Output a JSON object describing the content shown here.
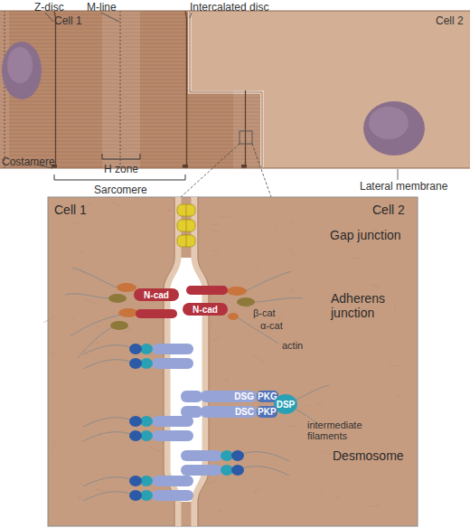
{
  "diagram": {
    "nodes": [
      {
        "text": [
          "N-cad"
        ]
      },
      {
        "text": [
          "N-cad"
        ]
      },
      {
        "text": [
          "DSG"
        ]
      },
      {
        "text": [
          "PKG"
        ]
      },
      {
        "text": [
          "DSP"
        ]
      },
      {
        "text": [
          "DSC"
        ]
      },
      {
        "text": [
          "PKP"
        ]
      }
    ],
    "labels": [
      "Z-disc",
      "M-line",
      "Intercalated disc",
      "Cell 1",
      "Cell 2",
      "Costamere",
      "H zone",
      "Sarcomere",
      "Lateral membrane",
      "Cell 1",
      "Cell 2",
      "Gap junction",
      "Adherens junction",
      "β-cat",
      "α-cat",
      "actin",
      "intermediate filaments",
      "Desmosome"
    ]
  }
}
